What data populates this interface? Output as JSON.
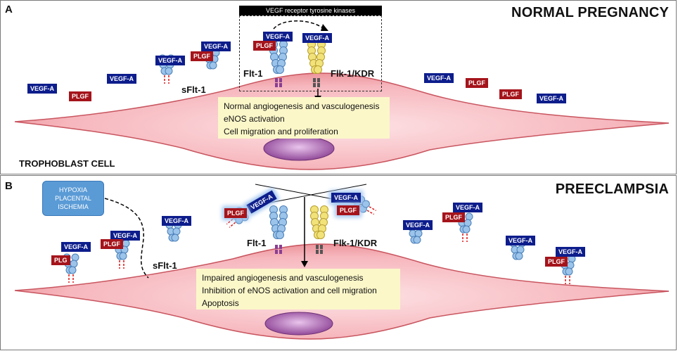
{
  "panel_a": {
    "letter": "A",
    "title": "NORMAL PREGNANCY",
    "rtk_header": "VEGF receptor tyrosine kinases",
    "cell_label": "TROPHOBLAST CELL",
    "sflt1_label": "sFlt-1",
    "flt1_label": "Flt-1",
    "flk1_label": "Flk-1/KDR",
    "effects": [
      "Normal angiogenesis and vasculogenesis",
      "eNOS activation",
      "Cell migration and proliferation"
    ]
  },
  "panel_b": {
    "letter": "B",
    "title": "PREECLAMPSIA",
    "hypoxia": [
      "HYPOXIA",
      "PLACENTAL",
      "ISCHEMIA"
    ],
    "sflt1_label": "sFlt-1",
    "flt1_label": "Flt-1",
    "flk1_label": "Flk-1/KDR",
    "effects": [
      "Impaired angiogenesis and vasculogenesis",
      "Inhibition of eNOS activation and cell migration",
      "Apoptosis"
    ]
  },
  "ligands": {
    "vegf": "VEGF-A",
    "plgf": "PLGF",
    "plg": "PLG"
  },
  "colors": {
    "vegf": "#0d1d8c",
    "plgf": "#a5141b",
    "cell": "#f6b7bd",
    "nucleus": "#9a4fa0",
    "flt1": "#9cc4ea",
    "flk1": "#f2e27a",
    "effects_bg": "#fbf7c9",
    "hypoxia": "#5a9bd6"
  }
}
